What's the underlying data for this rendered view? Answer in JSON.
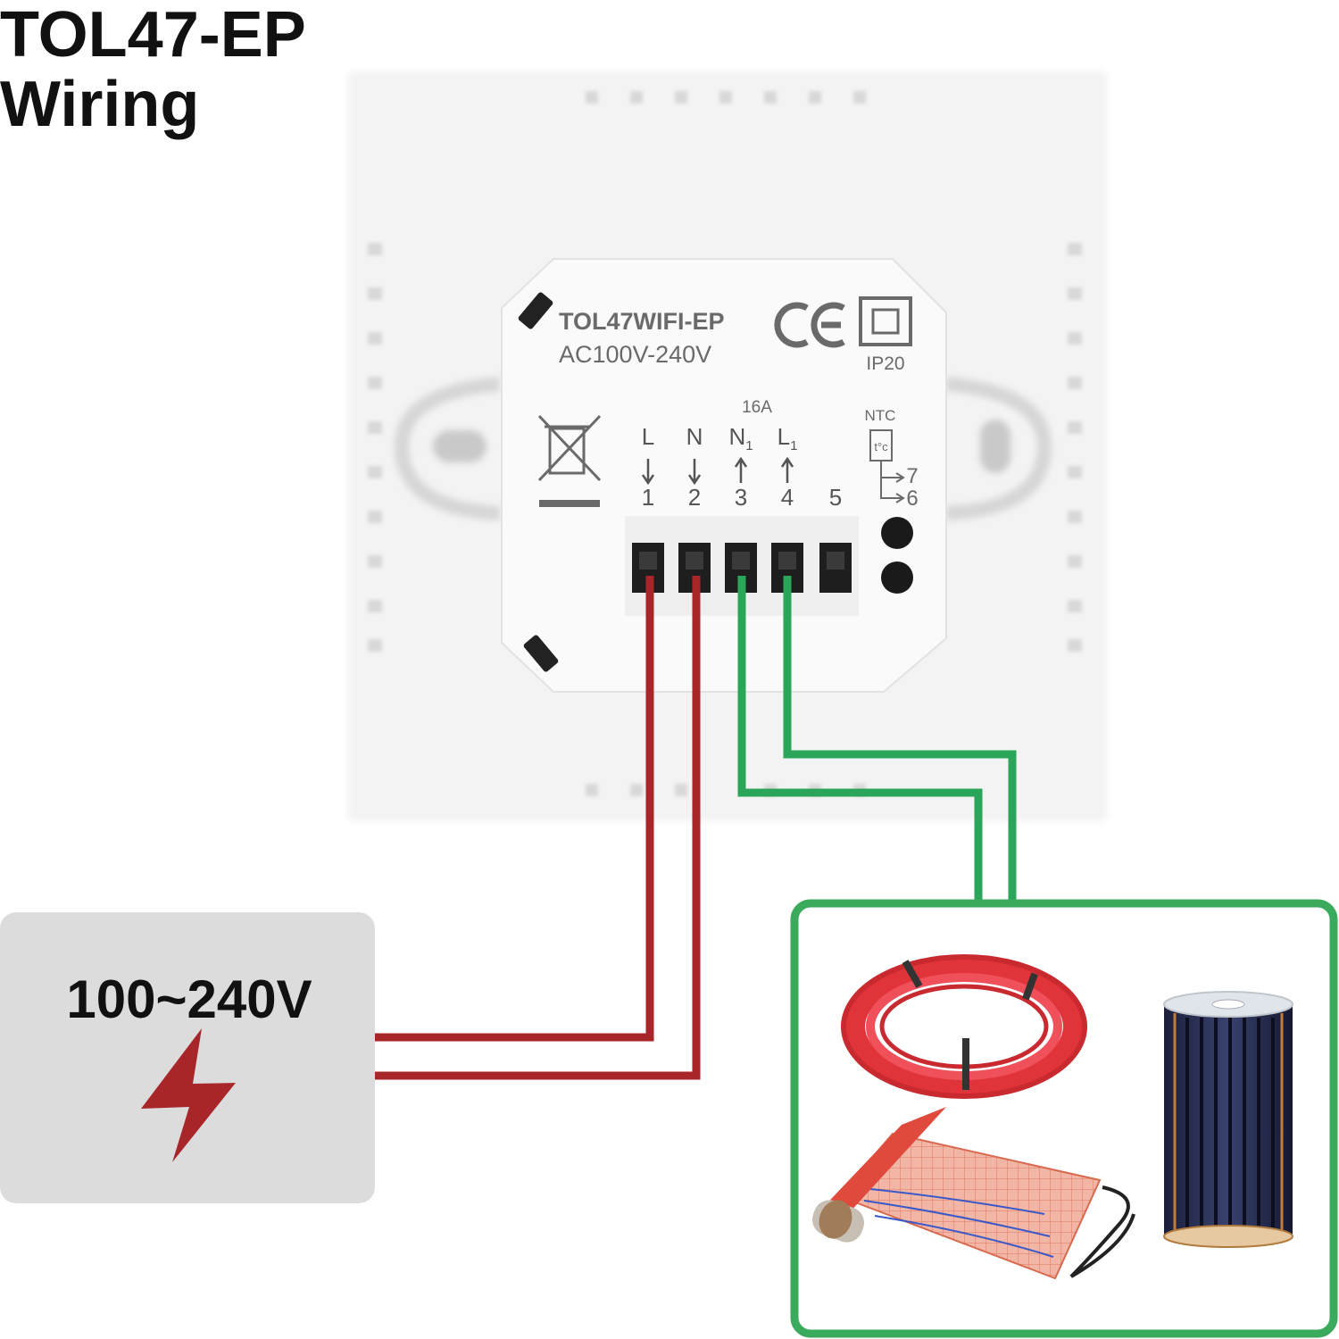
{
  "title": {
    "line1": "TOL47-EP",
    "line2": "Wiring"
  },
  "device": {
    "model": "TOL47WIFI-EP",
    "voltage": "AC100V-240V",
    "ip_rating": "IP20",
    "ce_mark": "CE",
    "current_rating": "16A",
    "ntc_label": "NTC",
    "ntc_symbol": "t°c",
    "ntc_pins": [
      "7",
      "6"
    ],
    "terminals": [
      {
        "label": "L",
        "sub": "",
        "number": "1",
        "arrow": "down"
      },
      {
        "label": "N",
        "sub": "",
        "number": "2",
        "arrow": "down"
      },
      {
        "label": "N",
        "sub": "1",
        "number": "3",
        "arrow": "up"
      },
      {
        "label": "L",
        "sub": "1",
        "number": "4",
        "arrow": "up"
      },
      {
        "label": "",
        "sub": "",
        "number": "5",
        "arrow": ""
      }
    ]
  },
  "power_supply": {
    "label": "100~240V",
    "icon": "lightning-bolt-icon"
  },
  "loads": {
    "items": [
      "heating-cable-coil",
      "heating-mat",
      "heating-film-roll"
    ]
  },
  "colors": {
    "power_wire": "#a8262a",
    "load_wire": "#2aa55a",
    "load_box_border": "#3aaa5c",
    "power_box_bg": "#dcdcdc"
  }
}
